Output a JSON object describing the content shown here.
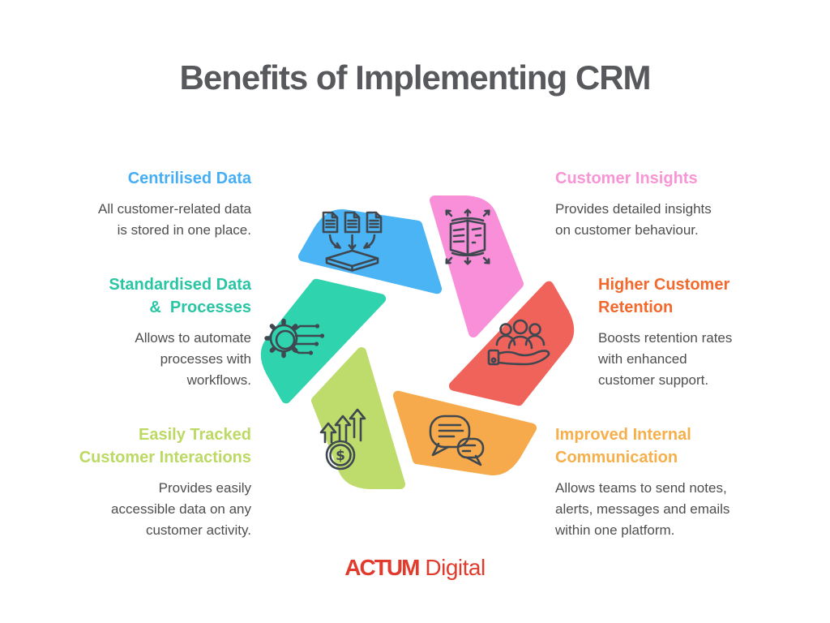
{
  "title": "Benefits of Implementing CRM",
  "benefits": {
    "centralised": {
      "heading": "Centrilised Data",
      "body": "All customer-related data\nis stored in one place.",
      "color": "#45aef4",
      "icon": "documents-merge-icon"
    },
    "standardised": {
      "heading": "Standardised Data\n&  Processes",
      "body": "Allows to automate\nprocesses with\nworkflows.",
      "color": "#29c5a4",
      "icon": "gear-circuit-icon"
    },
    "tracked": {
      "heading": "Easily Tracked\nCustomer Interactions",
      "body": "Provides easily\naccessible data on any\ncustomer activity.",
      "color": "#bcd964",
      "icon": "growth-arrows-coin-icon"
    },
    "insights": {
      "heading": "Customer Insights",
      "body": "Provides detailed insights\non customer behaviour.",
      "color": "#f895d4",
      "icon": "book-expand-icon"
    },
    "retention": {
      "heading": "Higher Customer\nRetention",
      "body": "Boosts retention rates\nwith enhanced\ncustomer support.",
      "color": "#f2692d",
      "icon": "people-hand-icon"
    },
    "communication": {
      "heading": "Improved Internal\nCommunication",
      "body": "Allows teams to send notes,\nalerts, messages and emails\nwithin one platform.",
      "color": "#f5b04c",
      "icon": "chat-bubbles-icon"
    }
  },
  "wheel": {
    "blade_colors": {
      "blue": "#4ab4f4",
      "pink": "#f98fd9",
      "red": "#f0635b",
      "orange": "#f6aa4b",
      "green": "#bedc6c",
      "teal": "#2fd3ad"
    },
    "icon_stroke_color": "#3f4850",
    "coin_symbol": "$"
  },
  "logo": {
    "brand": "ACTUM",
    "suffix": "Digital",
    "color": "#e13b2e"
  }
}
